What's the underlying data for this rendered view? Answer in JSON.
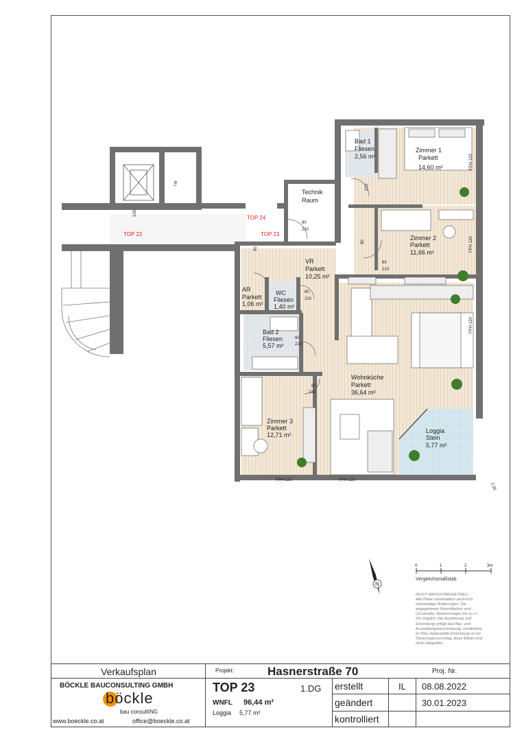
{
  "plan": {
    "labels": {
      "technik": [
        "Technik",
        "Raum"
      ],
      "bad1": [
        "Bad 1",
        "Fliesen",
        "2,56 m²"
      ],
      "zimmer1": [
        "Zimmer 1",
        "Parkett",
        "14,60 m²"
      ],
      "zimmer2": [
        "Zimmer 2",
        "Parkett",
        "11,66 m²"
      ],
      "vr": [
        "VR",
        "Parkett",
        "10,25 m²"
      ],
      "ar": [
        "AR",
        "Parkett",
        "1,06 m²"
      ],
      "wc": [
        "WC",
        "Fliesen",
        "1,40 m²"
      ],
      "bad2": [
        "Bad 2",
        "Fliesen",
        "5,57 m²"
      ],
      "wohnkueche": [
        "Wohnküche",
        "Parkett",
        "36,64 m²"
      ],
      "zimmer3": [
        "Zimmer 3",
        "Parkett",
        "12,71 m²"
      ],
      "loggia": [
        "Loggia",
        "Stein",
        "5,77 m²"
      ],
      "lift": "Lift",
      "top22": "TOP 22",
      "top23": "TOP 23",
      "top24": "TOP 24",
      "fph": "FPH 120",
      "dims": [
        "80",
        "210",
        "90",
        "100",
        "90"
      ],
      "corner": "2,35"
    },
    "scale": {
      "ticks": [
        "0",
        "1",
        "2",
        "3m"
      ],
      "label": "Vergleichsmaßstab"
    },
    "north": "N",
    "disclaimer": [
      "NICHT MASSSTABSGETREU.",
      "Alle Pläne vorbehaltlich technisch",
      "notwendiger Änderungen. Die",
      "angegebenen Raumflächen sind",
      "Circamaße, Abweichungen bis zu +/-",
      "3% möglich. Die Ausführung und",
      "Einrichtung erfolgt laut Bau- und",
      "Ausstattungsbeschreibung, zusätzliche,",
      "im Plan dargestellte Einrichtung ist ein",
      "Situierungsvorschlag, diese Möbel sind",
      "nicht inbegriffen."
    ]
  },
  "titleblock": {
    "type": "Verkaufsplan",
    "projekt_label": "Projekt:",
    "projekt": "Hasnerstraße 70",
    "proj_nr_label": "Proj. Nr.",
    "company": "BÖCKLE BAUCONSULTING GMBH",
    "logo_text": "böckle",
    "logo_sub": "bau consultING",
    "web": "www.boeckle.co.at",
    "email": "office@boeckle.co.at",
    "unit": "TOP 23",
    "floor": "1.DG",
    "wnfl_label": "WNFL",
    "wnfl_value": "96,44 m²",
    "loggia_label": "Loggia",
    "loggia_value": "5,77 m²",
    "rows": [
      {
        "label": "erstellt",
        "initials": "IL",
        "date": "08.08.2022"
      },
      {
        "label": "geändert",
        "initials": "",
        "date": "30.01.2023"
      },
      {
        "label": "kontrolliert",
        "initials": "",
        "date": ""
      }
    ]
  },
  "colors": {
    "wall": "#707070",
    "parquet": "#f2e6d5",
    "tile": "#dfe6ec",
    "stone": "#cfe3ea",
    "red": "#e02020",
    "logo_accent": "#f39200"
  }
}
